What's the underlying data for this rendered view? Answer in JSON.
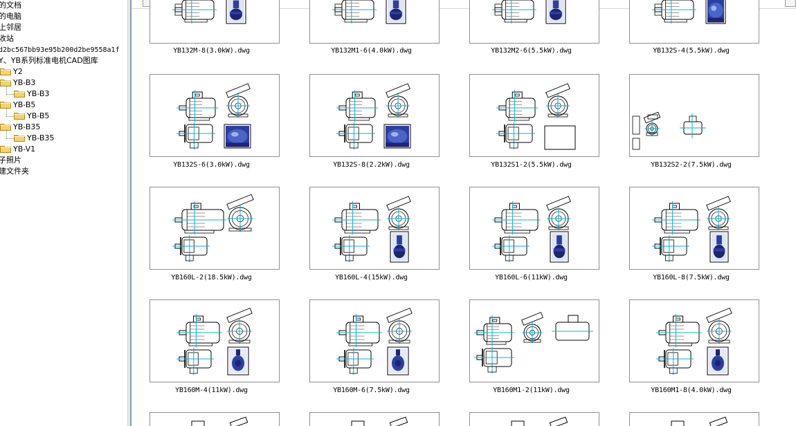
{
  "tree": {
    "items": [
      {
        "label": "的文档",
        "type": "root"
      },
      {
        "label": "的电脑",
        "type": "root"
      },
      {
        "label": "上邻居",
        "type": "root"
      },
      {
        "label": "收站",
        "type": "root"
      },
      {
        "label": "d2bc567bb93e95b200d2be9558a1f",
        "type": "hash"
      },
      {
        "label": "Y、YB系列标准电机CAD图库",
        "type": "root"
      },
      {
        "label": "Y2",
        "type": "folder"
      },
      {
        "label": "YB-B3",
        "type": "folder"
      },
      {
        "label": "YB-B3",
        "type": "subfolder"
      },
      {
        "label": "YB-B5",
        "type": "folder"
      },
      {
        "label": "YB-B5",
        "type": "subfolder"
      },
      {
        "label": "YB-B35",
        "type": "folder"
      },
      {
        "label": "YB-B35",
        "type": "subfolder"
      },
      {
        "label": "YB-V1",
        "type": "folder"
      },
      {
        "label": "子照片",
        "type": "root"
      },
      {
        "label": "建文件夹",
        "type": "root"
      }
    ]
  },
  "files": [
    {
      "name": "YB132M-8(3.0kW).dwg",
      "layout": "partial-top-valve"
    },
    {
      "name": "YB132M1-6(4.0kW).dwg",
      "layout": "partial-top-valve"
    },
    {
      "name": "YB132M2-6(5.5kW).dwg",
      "layout": "partial-top-valve"
    },
    {
      "name": "YB132S-4(5.5kW).dwg",
      "layout": "partial-top-blob"
    },
    {
      "name": "YB132S-6(3.0kW).dwg",
      "layout": "full-blob"
    },
    {
      "name": "YB132S-8(2.2kW).dwg",
      "layout": "full-blob"
    },
    {
      "name": "YB132S1-2(5.5kW).dwg",
      "layout": "full-empty"
    },
    {
      "name": "YB132S2-2(7.5kW).dwg",
      "layout": "small-row"
    },
    {
      "name": "YB160L-2(18.5kW).dwg",
      "layout": "full-none"
    },
    {
      "name": "YB160L-4(15kW).dwg",
      "layout": "full-valve"
    },
    {
      "name": "YB160L-6(11kW).dwg",
      "layout": "full-valve"
    },
    {
      "name": "YB160L-8(7.5kW).dwg",
      "layout": "full-valve"
    },
    {
      "name": "YB160M-4(11kW).dwg",
      "layout": "full-pump"
    },
    {
      "name": "YB160M-6(7.5kW).dwg",
      "layout": "full-pump"
    },
    {
      "name": "YB160M1-2(11kW).dwg",
      "layout": "three-row"
    },
    {
      "name": "YB160M1-8(4.0kW).dwg",
      "layout": "full-pump"
    },
    {
      "name": "",
      "layout": "partial-bottom"
    },
    {
      "name": "",
      "layout": "partial-bottom"
    },
    {
      "name": "",
      "layout": "partial-bottom"
    },
    {
      "name": "",
      "layout": "partial-bottom"
    }
  ],
  "colors": {
    "drawing": "#000000",
    "centerline": "#00b4d8",
    "photo_blue": "#2a3fa0",
    "photo_dark": "#1d2470",
    "folder": "#f3d36b",
    "folder_edge": "#b28a1d"
  }
}
